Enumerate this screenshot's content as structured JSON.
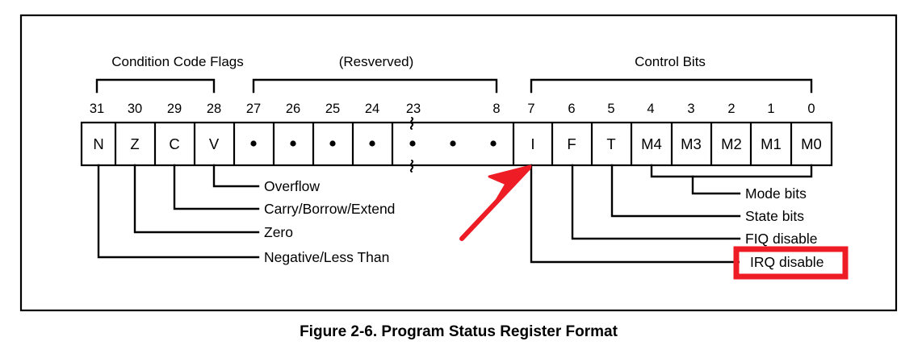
{
  "figure": {
    "caption": "Figure 2-6. Program Status Register Format",
    "group_labels": {
      "left": "Condition Code Flags",
      "middle": "(Resverved)",
      "right": "Control Bits"
    },
    "bit_numbers_left": [
      "31",
      "30",
      "29",
      "28"
    ],
    "bit_numbers_middle": [
      "27",
      "26",
      "25",
      "24",
      "23",
      "8"
    ],
    "bit_numbers_right": [
      "7",
      "6",
      "5",
      "4",
      "3",
      "2",
      "1",
      "0"
    ],
    "cells": [
      {
        "label": "N",
        "bit": "31"
      },
      {
        "label": "Z",
        "bit": "30"
      },
      {
        "label": "C",
        "bit": "29"
      },
      {
        "label": "V",
        "bit": "28"
      },
      {
        "label": "•",
        "bit": "27"
      },
      {
        "label": "•",
        "bit": "26"
      },
      {
        "label": "•",
        "bit": "25"
      },
      {
        "label": "•",
        "bit": "24"
      },
      {
        "label": "• • •",
        "bit": "23-8"
      },
      {
        "label": "I",
        "bit": "7"
      },
      {
        "label": "F",
        "bit": "6"
      },
      {
        "label": "T",
        "bit": "5"
      },
      {
        "label": "M4",
        "bit": "4"
      },
      {
        "label": "M3",
        "bit": "3"
      },
      {
        "label": "M2",
        "bit": "2"
      },
      {
        "label": "M1",
        "bit": "1"
      },
      {
        "label": "M0",
        "bit": "0"
      }
    ],
    "descriptions_left": [
      "Overflow",
      "Carry/Borrow/Extend",
      "Zero",
      "Negative/Less Than"
    ],
    "descriptions_right": [
      "Mode bits",
      "State bits",
      "FIQ disable",
      "IRQ disable"
    ]
  },
  "annotations": {
    "highlight_label": "IRQ disable",
    "highlight_color": "#ee1c25",
    "arrow_color": "#ee1c25",
    "arrow_target": "I"
  }
}
